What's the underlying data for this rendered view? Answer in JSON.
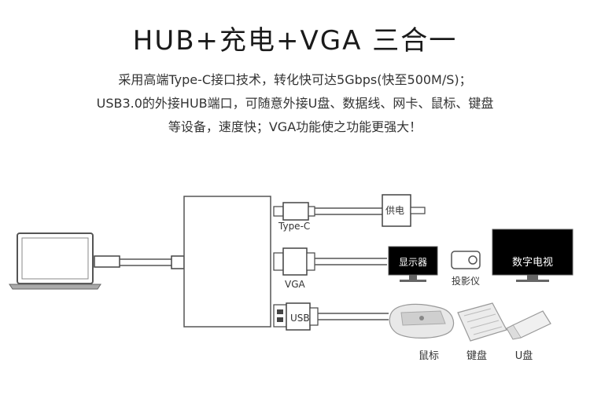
{
  "header": {
    "title": "HUB+充电+VGA 三合一",
    "line1": "采用高端Type-C接口技术，转化快可达5Gbps(快至500M/S)；",
    "line2": "USB3.0的外接HUB端口，可随意外接U盘、数据线、网卡、鼠标、键盘",
    "line3": "等设备，速度快；VGA功能使之功能更强大！"
  },
  "diagram": {
    "typec_label": "Type-C",
    "vga_label": "VGA",
    "usb_label": "USB",
    "power_label": "供电",
    "monitor_label": "显示器",
    "projector_label": "投影仪",
    "tv_label": "数字电视",
    "mouse_label": "鼠标",
    "keyboard_label": "键盘",
    "udisk_label": "U盘"
  }
}
